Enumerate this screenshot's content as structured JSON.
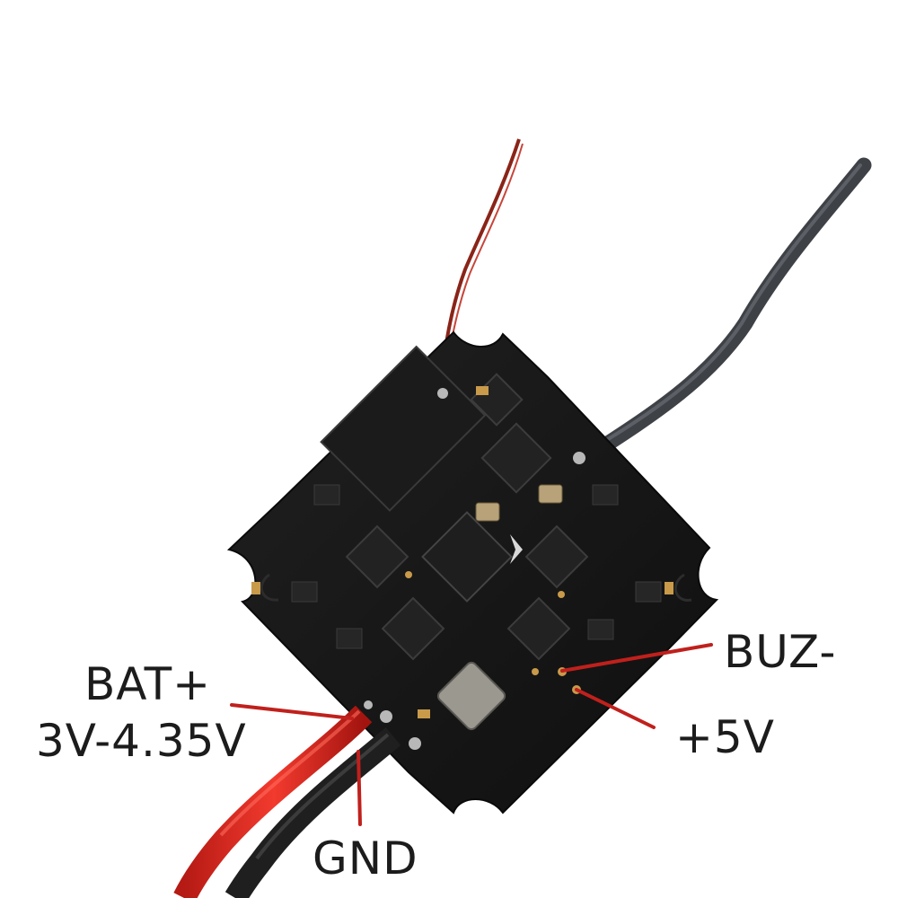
{
  "labels": {
    "bat_plus": "BAT+",
    "voltage_range": "3V-4.35V",
    "buzzer_minus": "BUZ-",
    "plus_5v": "+5V",
    "gnd": "GND"
  },
  "colors": {
    "board": "#151515",
    "callout_line": "#c0201c",
    "label_text": "#1c1c1c",
    "pad_gold": "#c89a4a",
    "red_wire": "#e02a22",
    "black_wire": "#2a2a2a",
    "antenna_wire": "#4a4d52"
  }
}
